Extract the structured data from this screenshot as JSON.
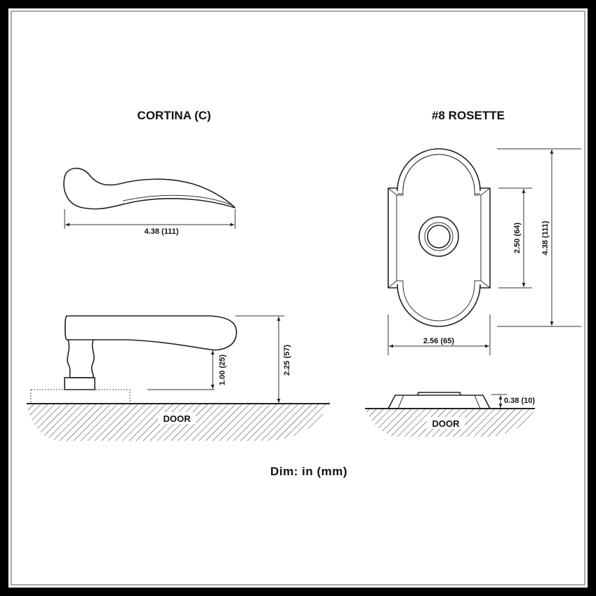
{
  "lever": {
    "title": "CORTINA (C)",
    "length_dim": "4.38 (111)",
    "clearance_dim": "1.00 (25)",
    "projection_dim": "2.25 (57)",
    "door_label": "DOOR"
  },
  "rosette": {
    "title": "#8 ROSETTE",
    "inner_height_dim": "2.50 (64)",
    "height_dim": "4.38 (111)",
    "width_dim": "2.56 (65)",
    "thickness_dim": "0.38 (10)",
    "door_label": "DOOR"
  },
  "units_note": "Dim: in (mm)"
}
